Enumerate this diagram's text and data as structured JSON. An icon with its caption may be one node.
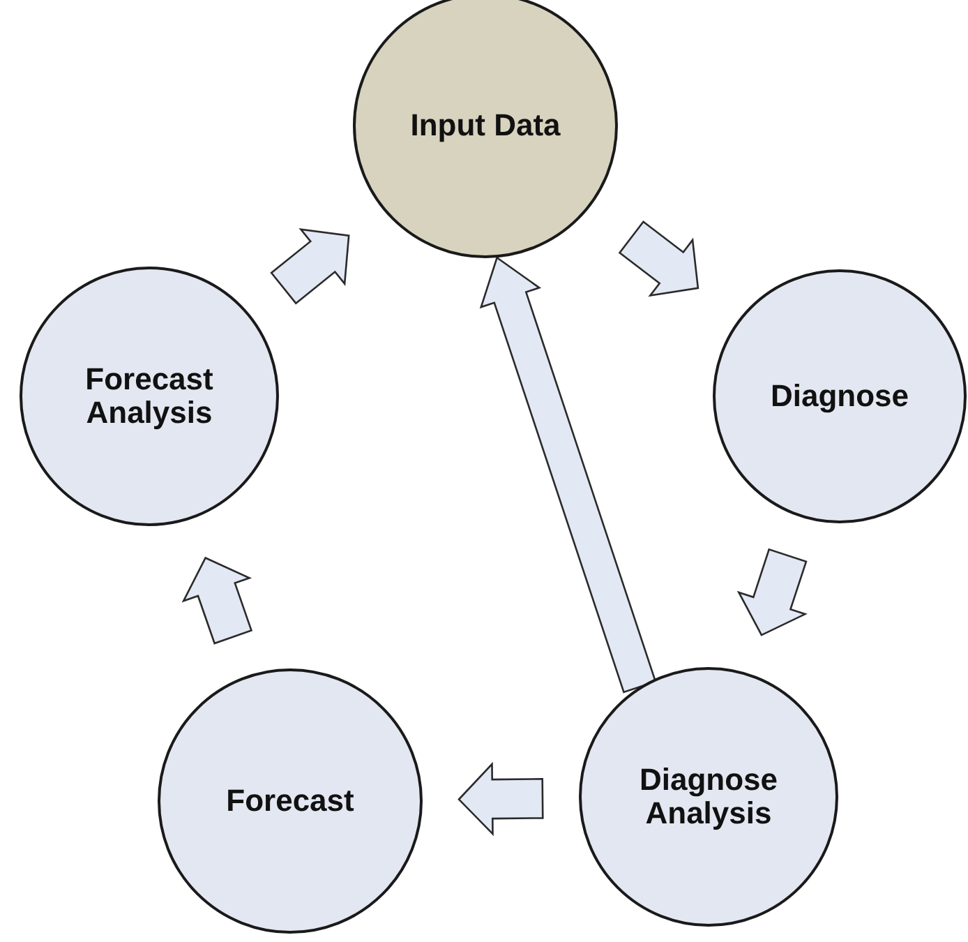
{
  "diagram": {
    "nodes": [
      {
        "text": [
          "Input Data"
        ]
      },
      {
        "text": [
          "Diagnose"
        ]
      },
      {
        "text": [
          "Diagnose Analysis"
        ]
      },
      {
        "text": [
          "Forecast"
        ]
      },
      {
        "text": [
          "Forecast Analysis"
        ]
      }
    ],
    "edges": [
      {
        "from": 0,
        "to": 1,
        "arrow": "to"
      },
      {
        "from": 1,
        "to": 2,
        "arrow": "to"
      },
      {
        "from": 2,
        "to": 3,
        "arrow": "to"
      },
      {
        "from": 3,
        "to": 4,
        "arrow": "to"
      },
      {
        "from": 4,
        "to": 0,
        "arrow": "to"
      },
      {
        "from": 2,
        "to": 0,
        "arrow": "to"
      }
    ]
  }
}
